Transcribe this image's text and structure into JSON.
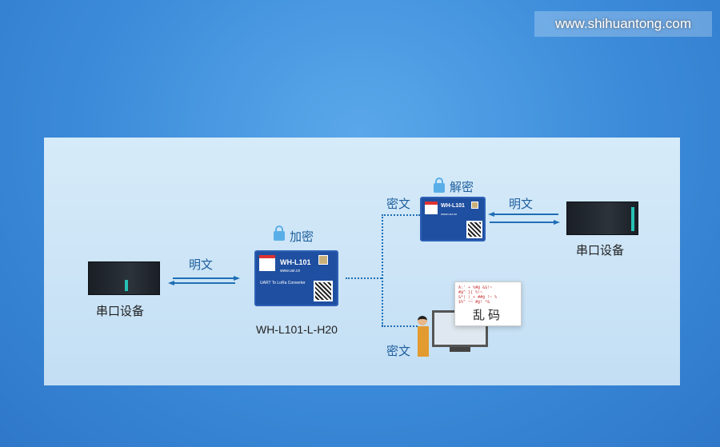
{
  "watermark": "www.shihuantong.com",
  "left_device": {
    "label": "串口设备"
  },
  "left_arrow": {
    "label": "明文"
  },
  "center_module": {
    "status": "加密",
    "model": "WH-L101-L-H20",
    "chip_name": "WH-L101",
    "chip_url": "www.usr.cn",
    "chip_desc": "UART To LoRa Converter"
  },
  "right_module": {
    "status": "解密",
    "chip_name": "WH-L101",
    "chip_url": "www.usr.cn",
    "upper_link": "密文"
  },
  "right_arrow": {
    "label": "明文"
  },
  "right_device": {
    "label": "串口设备"
  },
  "attacker": {
    "link": "密文",
    "result": "乱码"
  }
}
